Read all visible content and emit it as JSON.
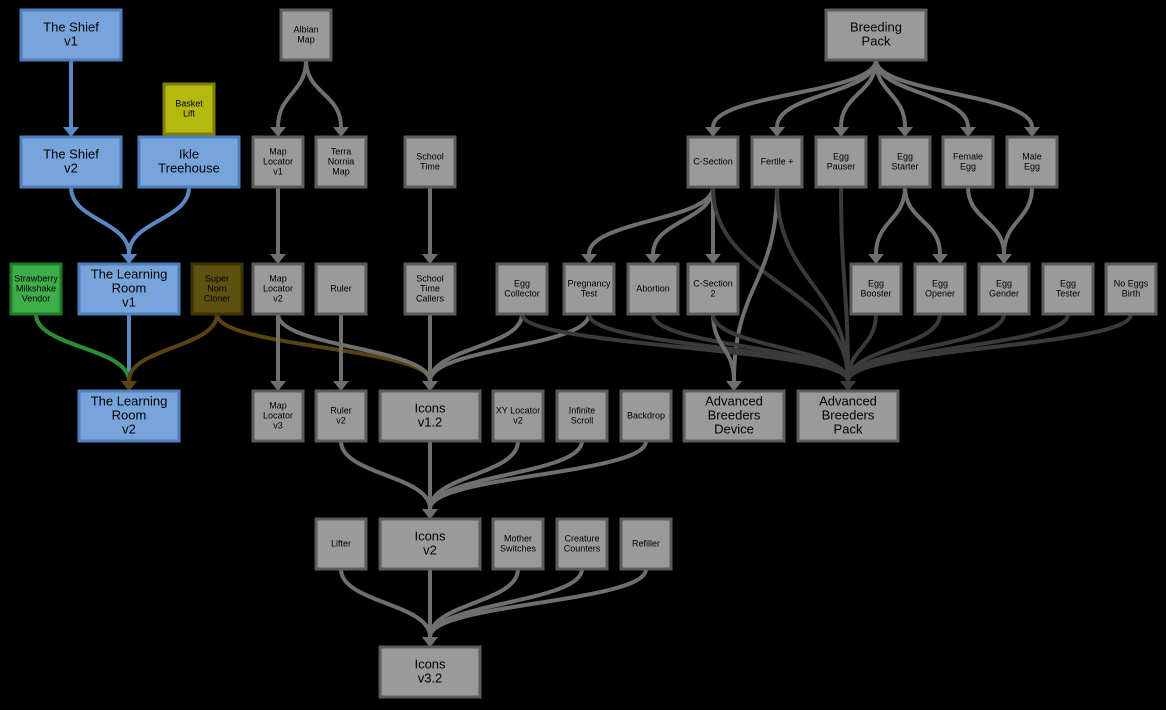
{
  "colors": {
    "background": "#000000",
    "gray_fill": "#9a9a9a",
    "gray_border": "#5c5c5c",
    "blue_fill": "#77a5db",
    "blue_border": "#4f7fb8",
    "green_fill": "#3dae4a",
    "green_border": "#1f7a2a",
    "yellow_fill": "#b5b80f",
    "yellow_border": "#7d7f08",
    "olive_fill": "#5e5210",
    "olive_border": "#3c3308",
    "edge_gray": "#6f6f6f",
    "edge_dark": "#3a3a3a",
    "edge_blue": "#5b88c0",
    "edge_green": "#2b8e35",
    "edge_brown": "#5a4214"
  },
  "nodes": [
    {
      "id": "shief_v1",
      "lines": [
        "The Shief",
        "v1"
      ],
      "style": "blue",
      "size": "large"
    },
    {
      "id": "shief_v2",
      "lines": [
        "The Shief",
        "v2"
      ],
      "style": "blue",
      "size": "large"
    },
    {
      "id": "basket_lift",
      "lines": [
        "Basket",
        "Lift"
      ],
      "style": "yellow",
      "size": "small"
    },
    {
      "id": "ikle_treehouse",
      "lines": [
        "Ikle",
        "Treehouse"
      ],
      "style": "blue",
      "size": "large"
    },
    {
      "id": "learning_room_v1",
      "lines": [
        "The Learning",
        "Room",
        "v1"
      ],
      "style": "blue",
      "size": "large"
    },
    {
      "id": "learning_room_v2",
      "lines": [
        "The Learning",
        "Room",
        "v2"
      ],
      "style": "blue",
      "size": "large"
    },
    {
      "id": "strawberry",
      "lines": [
        "Strawberry",
        "Milkshake",
        "Vendor"
      ],
      "style": "green",
      "size": "small"
    },
    {
      "id": "super_norn",
      "lines": [
        "Super",
        "Norn",
        "Cloner"
      ],
      "style": "olive",
      "size": "small"
    },
    {
      "id": "albian_map",
      "lines": [
        "Albian",
        "Map"
      ],
      "style": "gray",
      "size": "small"
    },
    {
      "id": "map_locator_v1",
      "lines": [
        "Map",
        "Locator",
        "v1"
      ],
      "style": "gray",
      "size": "small"
    },
    {
      "id": "terra_nornia",
      "lines": [
        "Terra",
        "Nornia",
        "Map"
      ],
      "style": "gray",
      "size": "small"
    },
    {
      "id": "map_locator_v2",
      "lines": [
        "Map",
        "Locator",
        "v2"
      ],
      "style": "gray",
      "size": "small"
    },
    {
      "id": "map_locator_v3",
      "lines": [
        "Map",
        "Locator",
        "v3"
      ],
      "style": "gray",
      "size": "small"
    },
    {
      "id": "ruler",
      "lines": [
        "Ruler"
      ],
      "style": "gray",
      "size": "small"
    },
    {
      "id": "ruler_v2",
      "lines": [
        "Ruler",
        "v2"
      ],
      "style": "gray",
      "size": "small"
    },
    {
      "id": "school_time",
      "lines": [
        "School",
        "Time"
      ],
      "style": "gray",
      "size": "small"
    },
    {
      "id": "school_time_callers",
      "lines": [
        "School",
        "Time",
        "Callers"
      ],
      "style": "gray",
      "size": "small"
    },
    {
      "id": "icons_v12",
      "lines": [
        "Icons",
        "v1.2"
      ],
      "style": "gray",
      "size": "large"
    },
    {
      "id": "xy_locator",
      "lines": [
        "XY Locator",
        "v2"
      ],
      "style": "gray",
      "size": "small"
    },
    {
      "id": "infinite_scroll",
      "lines": [
        "Infinite",
        "Scroll"
      ],
      "style": "gray",
      "size": "small"
    },
    {
      "id": "backdrop",
      "lines": [
        "Backdrop"
      ],
      "style": "gray",
      "size": "small"
    },
    {
      "id": "lifter",
      "lines": [
        "Lifter"
      ],
      "style": "gray",
      "size": "small"
    },
    {
      "id": "icons_v2",
      "lines": [
        "Icons",
        "v2"
      ],
      "style": "gray",
      "size": "large"
    },
    {
      "id": "mother_switches",
      "lines": [
        "Mother",
        "Switches"
      ],
      "style": "gray",
      "size": "small"
    },
    {
      "id": "creature_counters",
      "lines": [
        "Creature",
        "Counters"
      ],
      "style": "gray",
      "size": "small"
    },
    {
      "id": "refiller",
      "lines": [
        "Refiller"
      ],
      "style": "gray",
      "size": "small"
    },
    {
      "id": "icons_v32",
      "lines": [
        "Icons",
        "v3.2"
      ],
      "style": "gray",
      "size": "large"
    },
    {
      "id": "breeding_pack",
      "lines": [
        "Breeding",
        "Pack"
      ],
      "style": "gray",
      "size": "large"
    },
    {
      "id": "c_section",
      "lines": [
        "C-Section"
      ],
      "style": "gray",
      "size": "small"
    },
    {
      "id": "fertile_plus",
      "lines": [
        "Fertile +"
      ],
      "style": "gray",
      "size": "small"
    },
    {
      "id": "egg_pauser",
      "lines": [
        "Egg",
        "Pauser"
      ],
      "style": "gray",
      "size": "small"
    },
    {
      "id": "egg_starter",
      "lines": [
        "Egg",
        "Starter"
      ],
      "style": "gray",
      "size": "small"
    },
    {
      "id": "female_egg",
      "lines": [
        "Female",
        "Egg"
      ],
      "style": "gray",
      "size": "small"
    },
    {
      "id": "male_egg",
      "lines": [
        "Male",
        "Egg"
      ],
      "style": "gray",
      "size": "small"
    },
    {
      "id": "egg_collector",
      "lines": [
        "Egg",
        "Collector"
      ],
      "style": "gray",
      "size": "small"
    },
    {
      "id": "pregnancy_test",
      "lines": [
        "Pregnancy",
        "Test"
      ],
      "style": "gray",
      "size": "small"
    },
    {
      "id": "abortion",
      "lines": [
        "Abortion"
      ],
      "style": "gray",
      "size": "small"
    },
    {
      "id": "c_section_2",
      "lines": [
        "C-Section",
        "2"
      ],
      "style": "gray",
      "size": "small"
    },
    {
      "id": "egg_booster",
      "lines": [
        "Egg",
        "Booster"
      ],
      "style": "gray",
      "size": "small"
    },
    {
      "id": "egg_opener",
      "lines": [
        "Egg",
        "Opener"
      ],
      "style": "gray",
      "size": "small"
    },
    {
      "id": "egg_gender",
      "lines": [
        "Egg",
        "Gender"
      ],
      "style": "gray",
      "size": "small"
    },
    {
      "id": "egg_tester",
      "lines": [
        "Egg",
        "Tester"
      ],
      "style": "gray",
      "size": "small"
    },
    {
      "id": "no_eggs_birth",
      "lines": [
        "No Eggs",
        "Birth"
      ],
      "style": "gray",
      "size": "small"
    },
    {
      "id": "adv_breeders_device",
      "lines": [
        "Advanced",
        "Breeders",
        "Device"
      ],
      "style": "gray",
      "size": "large"
    },
    {
      "id": "adv_breeders_pack",
      "lines": [
        "Advanced",
        "Breeders",
        "Pack"
      ],
      "style": "gray",
      "size": "large"
    }
  ],
  "edges": [
    {
      "from": "shief_v1",
      "to": "shief_v2",
      "color": "blue"
    },
    {
      "from": "shief_v2",
      "to": "learning_room_v1",
      "color": "blue"
    },
    {
      "from": "ikle_treehouse",
      "to": "learning_room_v1",
      "color": "blue"
    },
    {
      "from": "learning_room_v1",
      "to": "learning_room_v2",
      "color": "blue"
    },
    {
      "from": "strawberry",
      "to": "learning_room_v2",
      "color": "green"
    },
    {
      "from": "super_norn",
      "to": "learning_room_v2",
      "color": "brown"
    },
    {
      "from": "super_norn",
      "to": "icons_v12",
      "color": "brown"
    },
    {
      "from": "albian_map",
      "to": "map_locator_v1",
      "color": "gray"
    },
    {
      "from": "albian_map",
      "to": "terra_nornia",
      "color": "gray"
    },
    {
      "from": "map_locator_v1",
      "to": "map_locator_v2",
      "color": "gray"
    },
    {
      "from": "map_locator_v2",
      "to": "map_locator_v3",
      "color": "gray"
    },
    {
      "from": "map_locator_v2",
      "to": "icons_v12",
      "color": "gray"
    },
    {
      "from": "ruler",
      "to": "ruler_v2",
      "color": "gray"
    },
    {
      "from": "school_time",
      "to": "school_time_callers",
      "color": "gray"
    },
    {
      "from": "school_time_callers",
      "to": "icons_v12",
      "color": "gray"
    },
    {
      "from": "egg_collector",
      "to": "icons_v12",
      "color": "gray"
    },
    {
      "from": "pregnancy_test",
      "to": "icons_v12",
      "color": "gray"
    },
    {
      "from": "ruler_v2",
      "to": "icons_v2",
      "color": "gray"
    },
    {
      "from": "icons_v12",
      "to": "icons_v2",
      "color": "gray"
    },
    {
      "from": "xy_locator",
      "to": "icons_v2",
      "color": "gray"
    },
    {
      "from": "infinite_scroll",
      "to": "icons_v2",
      "color": "gray"
    },
    {
      "from": "backdrop",
      "to": "icons_v2",
      "color": "gray"
    },
    {
      "from": "lifter",
      "to": "icons_v32",
      "color": "gray"
    },
    {
      "from": "icons_v2",
      "to": "icons_v32",
      "color": "gray"
    },
    {
      "from": "mother_switches",
      "to": "icons_v32",
      "color": "gray"
    },
    {
      "from": "creature_counters",
      "to": "icons_v32",
      "color": "gray"
    },
    {
      "from": "refiller",
      "to": "icons_v32",
      "color": "gray"
    },
    {
      "from": "breeding_pack",
      "to": "c_section",
      "color": "gray"
    },
    {
      "from": "breeding_pack",
      "to": "fertile_plus",
      "color": "gray"
    },
    {
      "from": "breeding_pack",
      "to": "egg_pauser",
      "color": "gray"
    },
    {
      "from": "breeding_pack",
      "to": "egg_starter",
      "color": "gray"
    },
    {
      "from": "breeding_pack",
      "to": "female_egg",
      "color": "gray"
    },
    {
      "from": "breeding_pack",
      "to": "male_egg",
      "color": "gray"
    },
    {
      "from": "c_section",
      "to": "pregnancy_test",
      "color": "gray"
    },
    {
      "from": "c_section",
      "to": "abortion",
      "color": "gray"
    },
    {
      "from": "c_section",
      "to": "c_section_2",
      "color": "gray"
    },
    {
      "from": "c_section",
      "to": "adv_breeders_pack",
      "color": "dark"
    },
    {
      "from": "fertile_plus",
      "to": "adv_breeders_device",
      "color": "gray"
    },
    {
      "from": "fertile_plus",
      "to": "adv_breeders_pack",
      "color": "dark"
    },
    {
      "from": "egg_pauser",
      "to": "adv_breeders_pack",
      "color": "dark"
    },
    {
      "from": "egg_starter",
      "to": "egg_booster",
      "color": "gray"
    },
    {
      "from": "egg_starter",
      "to": "egg_opener",
      "color": "gray"
    },
    {
      "from": "female_egg",
      "to": "egg_gender",
      "color": "gray"
    },
    {
      "from": "male_egg",
      "to": "egg_gender",
      "color": "gray"
    },
    {
      "from": "egg_collector",
      "to": "adv_breeders_pack",
      "color": "dark"
    },
    {
      "from": "pregnancy_test",
      "to": "adv_breeders_pack",
      "color": "dark"
    },
    {
      "from": "abortion",
      "to": "adv_breeders_pack",
      "color": "dark"
    },
    {
      "from": "c_section_2",
      "to": "adv_breeders_device",
      "color": "gray"
    },
    {
      "from": "c_section_2",
      "to": "adv_breeders_pack",
      "color": "dark"
    },
    {
      "from": "egg_booster",
      "to": "adv_breeders_pack",
      "color": "dark"
    },
    {
      "from": "egg_opener",
      "to": "adv_breeders_pack",
      "color": "dark"
    },
    {
      "from": "egg_gender",
      "to": "adv_breeders_pack",
      "color": "dark"
    },
    {
      "from": "egg_tester",
      "to": "adv_breeders_pack",
      "color": "dark"
    },
    {
      "from": "no_eggs_birth",
      "to": "adv_breeders_pack",
      "color": "dark"
    }
  ]
}
